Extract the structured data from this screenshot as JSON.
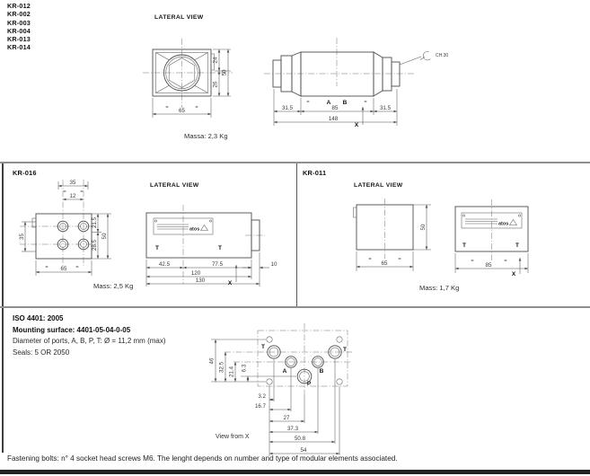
{
  "common": {
    "equal_tick": "=",
    "brand": "atos"
  },
  "top_panel": {
    "models": [
      "KR-012",
      "KR-002",
      "KR-003",
      "KR-004",
      "KR-013",
      "KR-014"
    ],
    "view_label": "LATERAL VIEW",
    "mass": "Massa: 2,3 Kg",
    "front": {
      "dim_upper": "24",
      "dim_lower": "26",
      "dim_height": "50",
      "dim_width": "65"
    },
    "side": {
      "dim_left": "31.5",
      "dim_center": "85",
      "dim_right": "31.5",
      "dim_total": "148",
      "port_a": "A",
      "port_b": "B",
      "x_label": "X",
      "wrench_label": "CH.30"
    }
  },
  "kr016_panel": {
    "model": "KR-016",
    "view_label": "LATERAL VIEW",
    "mass": "Mass: 2,5 Kg",
    "front": {
      "dim_top": "35",
      "dim_holes": "12",
      "dim_left": "35",
      "dim_right_upper": "21.5",
      "dim_right_lower": "28.5",
      "dim_right_total": "50",
      "dim_width": "65"
    },
    "side": {
      "dim_left": "42.5",
      "dim_right": "77.5",
      "dim_body": "120",
      "dim_total": "130",
      "dim_end": "10",
      "port_t_left": "T",
      "port_t_right": "T",
      "x_label": "X"
    }
  },
  "kr011_panel": {
    "model": "KR-011",
    "view_label": "LATERAL VIEW",
    "mass": "Mass: 1,7 Kg",
    "front": {
      "dim_width": "65",
      "dim_height": "50"
    },
    "side": {
      "dim_width": "85",
      "port_t_left": "T",
      "port_t_right": "T",
      "x_label": "X"
    }
  },
  "iso_panel": {
    "title": "ISO 4401: 2005",
    "mounting_line": "Mounting surface: 4401-05-04-0-05",
    "ports_line": "Diameter of ports, A, B, P, T: Ø = 11,2 mm (max)",
    "seals_line": "Seals: 5 OR 2050",
    "view_from_label": "View from X",
    "ports": {
      "t1": "T",
      "t2": "T",
      "a": "A",
      "b": "B",
      "p": "P"
    },
    "dims": {
      "v46": "46",
      "v325": "32.5",
      "v214": "21.4",
      "v63": "6.3",
      "h32": "3.2",
      "h167": "16.7",
      "h27": "27",
      "h373": "37.3",
      "h508": "50.8",
      "h54": "54"
    }
  },
  "footer": {
    "text": "Fastening bolts: n° 4 socket head screws M6. The lenght depends on number and type of modular elements associated."
  }
}
